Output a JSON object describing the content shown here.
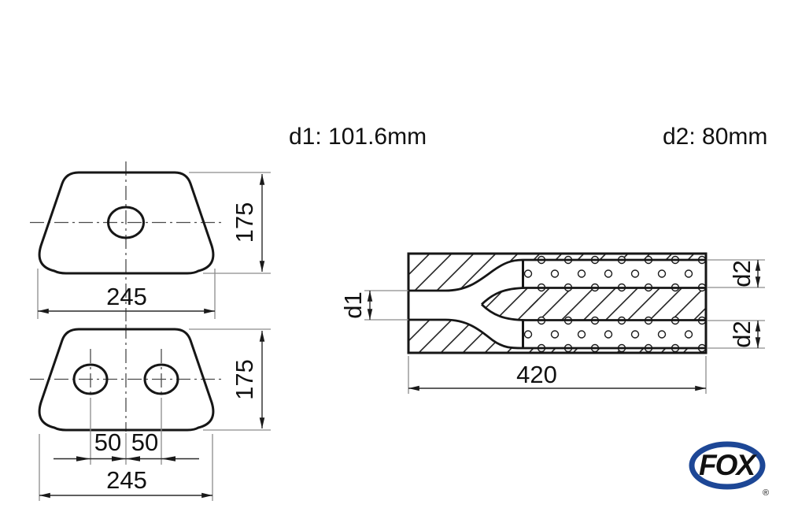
{
  "specs": {
    "d1": "d1: 101.6mm",
    "d2": "d2: 80mm"
  },
  "end_view_single": {
    "width": "245",
    "height": "175"
  },
  "end_view_double": {
    "width": "245",
    "height": "175",
    "pitch_left": "50",
    "pitch_right": "50"
  },
  "side_view": {
    "length": "420",
    "inlet_label": "d1",
    "outlet_top_label": "d2",
    "outlet_bottom_label": "d2"
  },
  "logo": {
    "brand": "FOX",
    "registered": "®",
    "color": "#1d4796"
  }
}
